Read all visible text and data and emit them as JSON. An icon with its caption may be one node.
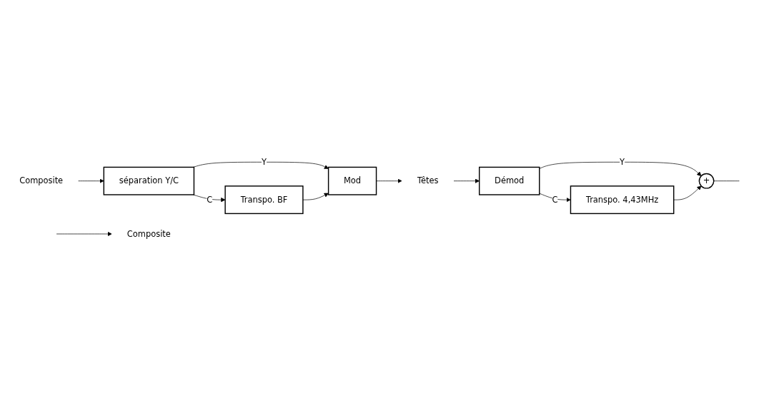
{
  "diagram": {
    "nodes": [
      {
        "text": [
          "Composite"
        ]
      },
      {
        "text": [
          "séparation Y/C"
        ]
      },
      {
        "text": [
          "Mod"
        ]
      },
      {
        "text": [
          "Têtes"
        ]
      },
      {
        "text": [
          "Démod"
        ]
      },
      {
        "text": [
          "Transpo. BF"
        ]
      },
      {
        "text": [
          "Transpo. 4,43MHz"
        ]
      },
      {
        "text": [
          "+"
        ]
      },
      {
        "text": [
          "Composite"
        ]
      }
    ],
    "edges": [
      {
        "from": 0,
        "to": 1,
        "arrow": "to"
      },
      {
        "from": 1,
        "to": 2,
        "label": "Y",
        "arrow": "to"
      },
      {
        "from": 1,
        "to": 5,
        "label": "C",
        "arrow": "to"
      },
      {
        "from": 5,
        "to": 2,
        "arrow": "to"
      },
      {
        "from": 2,
        "to": 3,
        "arrow": "to"
      },
      {
        "from": 3,
        "to": 4,
        "arrow": "to"
      },
      {
        "from": 4,
        "to": 7,
        "label": "Y",
        "arrow": "to"
      },
      {
        "from": 4,
        "to": 6,
        "label": "C",
        "arrow": "to"
      },
      {
        "from": 6,
        "to": 7,
        "arrow": "to"
      },
      {
        "from": 7,
        "to": null,
        "arrow": "none"
      },
      {
        "from": null,
        "to": 8,
        "arrow": "to"
      }
    ]
  }
}
